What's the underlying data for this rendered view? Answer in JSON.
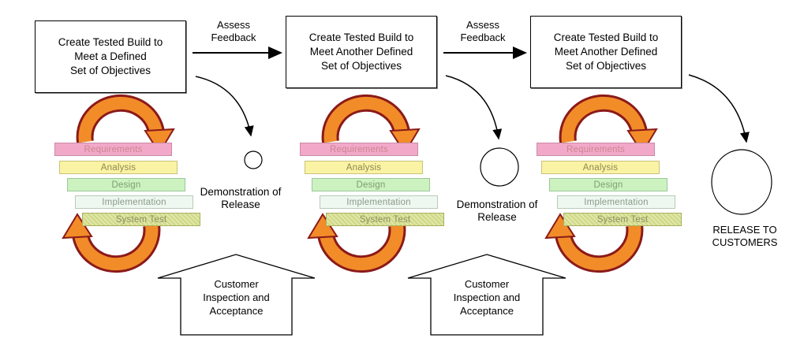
{
  "boxes": [
    {
      "text": "Create Tested Build to\nMeet a Defined\nSet of Objectives"
    },
    {
      "text": "Create Tested Build to\nMeet Another Defined\nSet of Objectives"
    },
    {
      "text": "Create Tested Build to\nMeet Another Defined\nSet of Objectives"
    }
  ],
  "feedback_labels": [
    "Assess\nFeedback",
    "Assess\nFeedback"
  ],
  "demos": [
    "Demonstration of\nRelease",
    "Demonstration of\nRelease"
  ],
  "release_label": "RELEASE TO\nCUSTOMERS",
  "inspection_labels": [
    "Customer\nInspection and\nAcceptance",
    "Customer\nInspection and\nAcceptance"
  ],
  "phases": [
    "Requirements",
    "Analysis",
    "Design",
    "Implementation",
    "System Test"
  ],
  "colors": {
    "arrow": "#f28c28",
    "arrow_edge": "#8b1a1a",
    "line": "#000000"
  }
}
